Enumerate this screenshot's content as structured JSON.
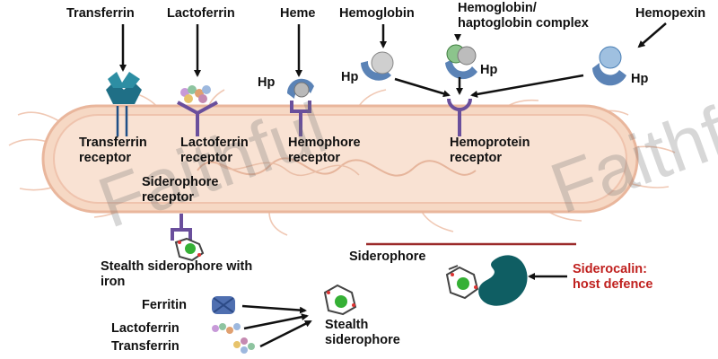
{
  "labels": {
    "transferrin": "Transferrin",
    "lactoferrin": "Lactoferrin",
    "heme": "Heme",
    "hemoglobin": "Hemoglobin",
    "hemoglobin_hp_complex": "Hemoglobin/\nhaptoglobin complex",
    "hemopexin": "Hemopexin",
    "hp": "Hp",
    "transferrin_receptor": "Transferrin\nreceptor",
    "lactoferrin_receptor": "Lactoferrin\nreceptor",
    "hemophore_receptor": "Hemophore\nreceptor",
    "hemoprotein_receptor": "Hemoprotein\nreceptor",
    "siderophore_receptor": "Siderophore\nreceptor",
    "stealth_siderophore_with_iron": "Stealth siderophore with\niron",
    "siderophore": "Siderophore",
    "siderocalin": "Siderocalin:\nhost defence",
    "ferritin": "Ferritin",
    "lactoferrin_bottom": "Lactoferrin",
    "transferrin_bottom": "Transferrin",
    "stealth_siderophore": "Stealth\nsiderophore"
  },
  "watermark": "Faithful",
  "colors": {
    "cell_fill": "#f6d8c4",
    "cell_outline": "#e9b69c",
    "receptor_purple": "#6a4f9c",
    "transferrin_teal": "#1f6f86",
    "siderocalin_teal": "#0f5e63",
    "iron_green": "#35b035",
    "hp_blue": "#5b83b6",
    "separator_red": "#9b2a2a",
    "siderocalin_text": "#c0211f"
  }
}
